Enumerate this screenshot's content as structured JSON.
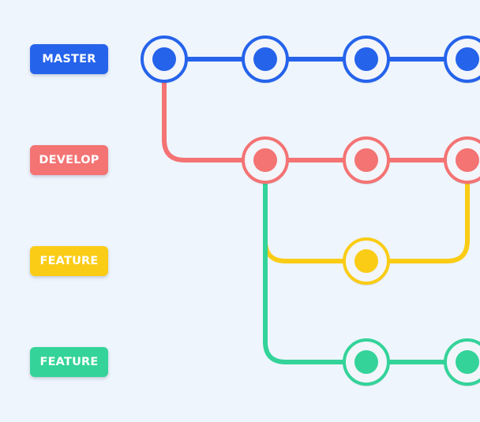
{
  "colors": {
    "background": "#eef5fd",
    "node_fill": "#f2f5fa"
  },
  "branches": [
    {
      "id": "master",
      "label": "MASTER",
      "color": "#2563eb"
    },
    {
      "id": "develop",
      "label": "DEVELOP",
      "color": "#f47373"
    },
    {
      "id": "feature_1",
      "label": "FEATURE",
      "color": "#facc15"
    },
    {
      "id": "feature_2",
      "label": "FEATURE",
      "color": "#34d399"
    }
  ],
  "commits": [
    {
      "id": "m1",
      "branch": "master"
    },
    {
      "id": "m2",
      "branch": "master"
    },
    {
      "id": "m3",
      "branch": "master"
    },
    {
      "id": "m4",
      "branch": "master"
    },
    {
      "id": "d1",
      "branch": "develop"
    },
    {
      "id": "d2",
      "branch": "develop"
    },
    {
      "id": "d3",
      "branch": "develop"
    },
    {
      "id": "f1",
      "branch": "feature_1"
    },
    {
      "id": "g1",
      "branch": "feature_2"
    },
    {
      "id": "g2",
      "branch": "feature_2"
    }
  ],
  "edges": [
    {
      "from": "m1",
      "to": "m2",
      "branch": "master",
      "kind": "straight"
    },
    {
      "from": "m2",
      "to": "m3",
      "branch": "master",
      "kind": "straight"
    },
    {
      "from": "m3",
      "to": "m4",
      "branch": "master",
      "kind": "straight"
    },
    {
      "from": "m1",
      "to": "d1",
      "branch": "develop",
      "kind": "branch-off"
    },
    {
      "from": "d1",
      "to": "d2",
      "branch": "develop",
      "kind": "straight"
    },
    {
      "from": "d2",
      "to": "d3",
      "branch": "develop",
      "kind": "straight"
    },
    {
      "from": "d1",
      "to": "f1",
      "branch": "feature_1",
      "kind": "branch-off"
    },
    {
      "from": "f1",
      "to": "d3",
      "branch": "feature_1",
      "kind": "merge"
    },
    {
      "from": "d1",
      "to": "g1",
      "branch": "feature_2",
      "kind": "branch-off"
    },
    {
      "from": "g1",
      "to": "g2",
      "branch": "feature_2",
      "kind": "straight"
    }
  ]
}
